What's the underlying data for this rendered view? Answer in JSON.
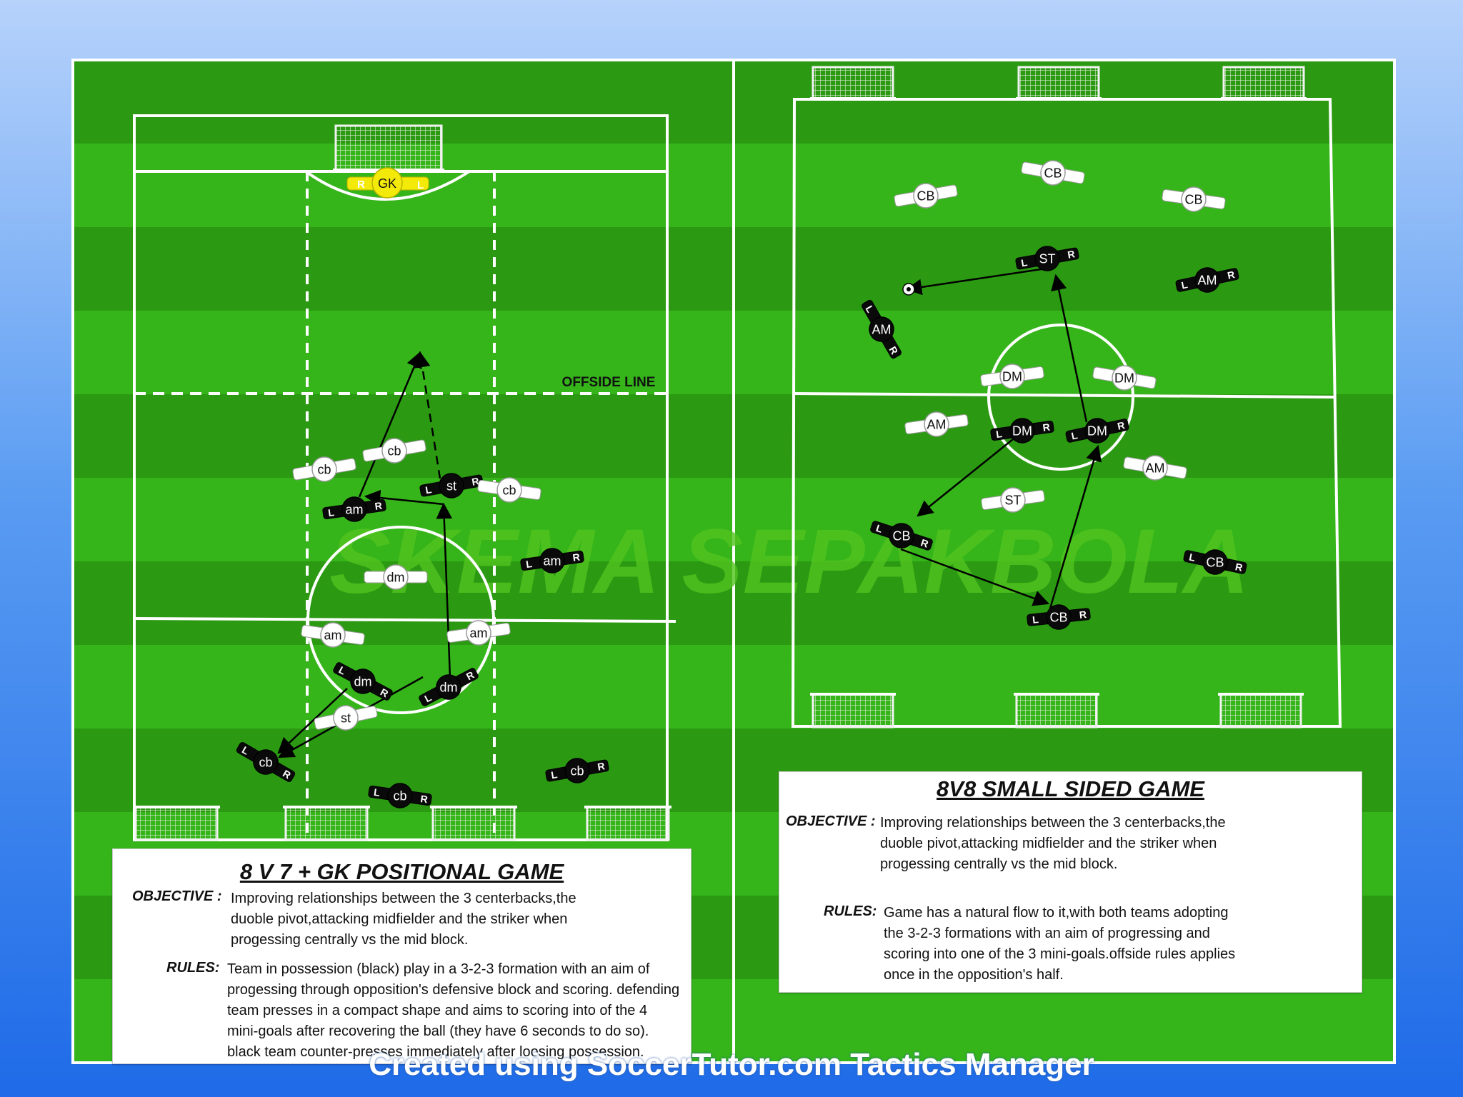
{
  "watermark": "SKEMA SEPAKBOLA",
  "footer": "Created using SoccerTutor.com Tactics Manager",
  "colors": {
    "pitch_light": "#35b51a",
    "pitch_dark": "#2b9a12",
    "line": "#ffffff",
    "attacker": "#0a0a0a",
    "defender": "#ffffff",
    "goalkeeper": "#f4ea0a",
    "watermark": "#52c41f"
  },
  "left_diagram": {
    "offside_label": "OFFSIDE LINE",
    "goalkeeper": "GK",
    "goalkeeper_arm_left": "R",
    "goalkeeper_arm_right": "L",
    "attacking_players": [
      "am",
      "st",
      "am",
      "dm",
      "dm",
      "cb",
      "cb",
      "cb"
    ],
    "defending_players": [
      "cb",
      "cb",
      "cb",
      "dm",
      "am",
      "am",
      "st"
    ],
    "arm_left": "L",
    "arm_right": "R"
  },
  "right_diagram": {
    "attacking_players": [
      "ST",
      "AM",
      "AM",
      "DM",
      "DM",
      "CB",
      "CB",
      "CB"
    ],
    "defending_players": [
      "CB",
      "CB",
      "CB",
      "DM",
      "DM",
      "AM",
      "AM",
      "ST"
    ],
    "arm_left": "L",
    "arm_right": "R"
  },
  "left_panel": {
    "title": "8 V 7 + GK POSITIONAL GAME",
    "objective_label": "OBJECTIVE :",
    "objective_text": "Improving relationships between the 3 centerbacks,the\nduoble pivot,attacking midfielder and the striker when\nprogessing centrally vs the mid block.",
    "rules_label": "RULES:",
    "rules_text": "Team in possession (black) play in a 3-2-3 formation with an aim of\nprogessing through opposition's defensive block and scoring. defending\nteam presses in a compact shape and aims to scoring into of the 4\nmini-goals after recovering the ball (they have 6 seconds to do so).\nblack team counter-presses immediately after loosing possession."
  },
  "right_panel": {
    "title": "8V8 SMALL SIDED GAME",
    "objective_label": "OBJECTIVE :",
    "objective_text": "Improving relationships between the 3 centerbacks,the\nduoble pivot,attacking midfielder and the striker when\nprogessing centrally vs the mid block.",
    "rules_label": "RULES:",
    "rules_text": "Game has a natural flow to it,with both teams adopting\nthe 3-2-3 formations with an aim of progressing and\nscoring into one of the 3  mini-goals.offside rules applies\nonce in the opposition's half."
  }
}
